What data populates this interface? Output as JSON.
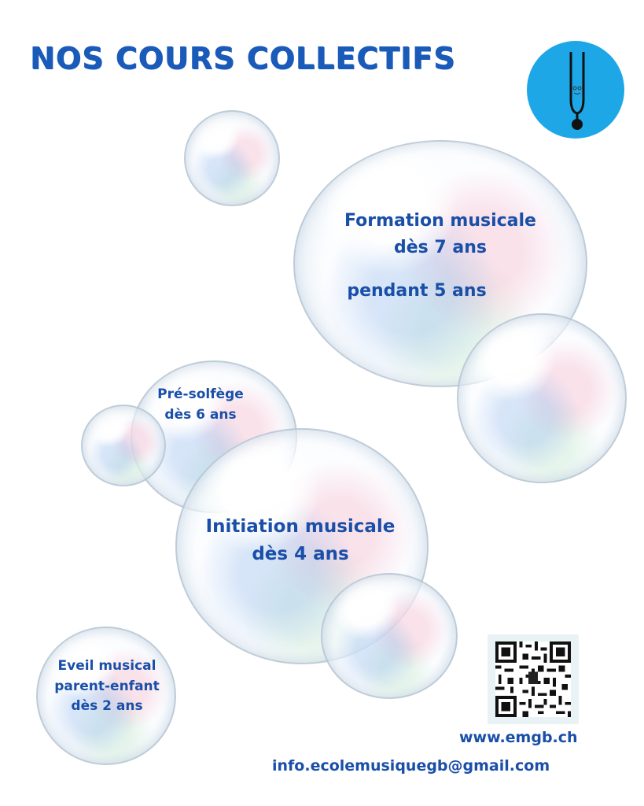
{
  "title": "NOS COURS COLLECTIFS",
  "courses": {
    "formation": {
      "line1": "Formation musicale",
      "line2": "dès 7 ans",
      "line3": "pendant 5 ans"
    },
    "presolfege": {
      "line1": "Pré-solfège",
      "line2": "dès 6 ans"
    },
    "initiation": {
      "line1": "Initiation musicale",
      "line2": "dès 4 ans"
    },
    "eveil": {
      "line1": "Eveil musical",
      "line2": "parent-enfant",
      "line3": "dès 2 ans"
    }
  },
  "contact": {
    "website": "www.emgb.ch",
    "email": "info.ecolemusiquegb@gmail.com"
  },
  "colors": {
    "title": "#1a5ab8",
    "text": "#1a4fa8",
    "logo_bg": "#1ea7e6"
  },
  "icons": {
    "logo": "tuning-fork-icon",
    "qr": "qr-code-icon"
  }
}
